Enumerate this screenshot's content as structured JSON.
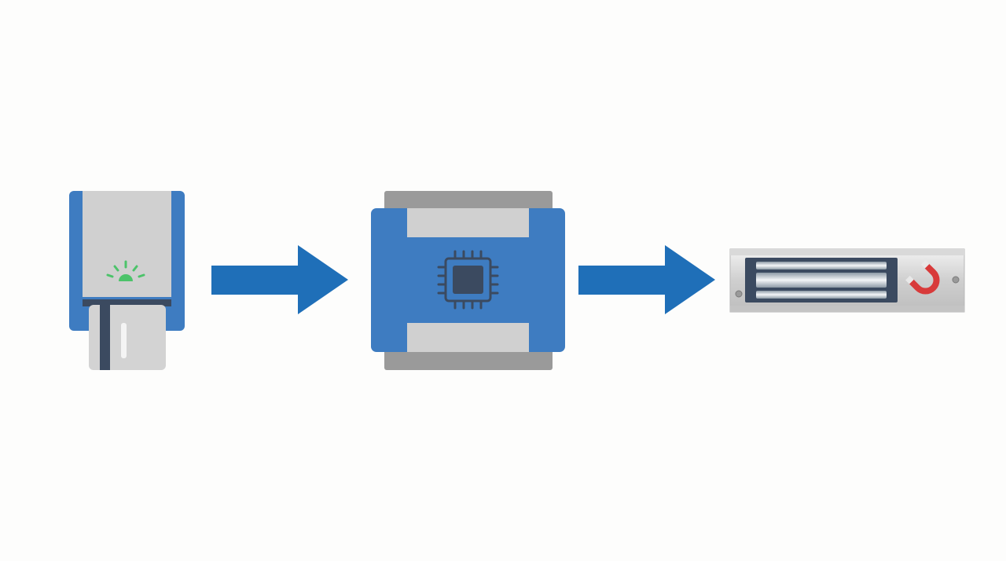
{
  "diagram": {
    "nodes": [
      {
        "id": "reader",
        "icon": "card-reader-icon",
        "label": ""
      },
      {
        "id": "controller",
        "icon": "controller-board-icon",
        "label": ""
      },
      {
        "id": "lock",
        "icon": "magnetic-lock-icon",
        "label": ""
      }
    ],
    "edges": [
      {
        "from": "reader",
        "to": "controller"
      },
      {
        "from": "controller",
        "to": "lock"
      }
    ]
  },
  "colors": {
    "background": "#fdfdfc",
    "primary_blue": "#3e7cc1",
    "arrow_blue": "#1f6fb8",
    "light_gray": "#d0d0d0",
    "mid_gray": "#9a9a9a",
    "dark_slate": "#3b4a60",
    "led_green": "#4cc36a",
    "magnet_red": "#d83a3a"
  }
}
